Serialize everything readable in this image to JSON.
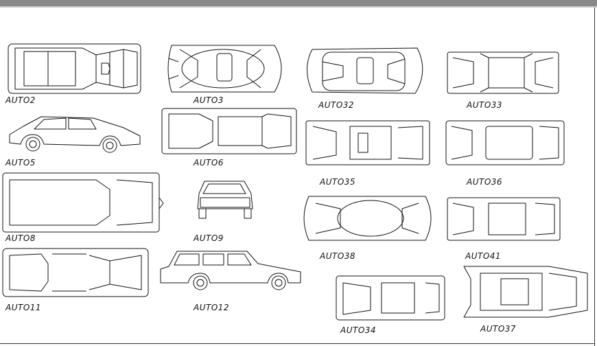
{
  "drawing": {
    "labels": {
      "auto02": "AUTO2",
      "auto03": "AUTO3",
      "auto32": "AUTO32",
      "auto33": "AUTO33",
      "auto05": "AUTO5",
      "auto06": "AUTO6",
      "auto35": "AUTO35",
      "auto36": "AUTO36",
      "auto08": "AUTO8",
      "auto09": "AUTO9",
      "auto38": "AUTO38",
      "auto41": "AUTO41",
      "auto11": "AUTO11",
      "auto12": "AUTO12",
      "auto34": "AUTO34",
      "auto37": "AUTO37"
    }
  }
}
